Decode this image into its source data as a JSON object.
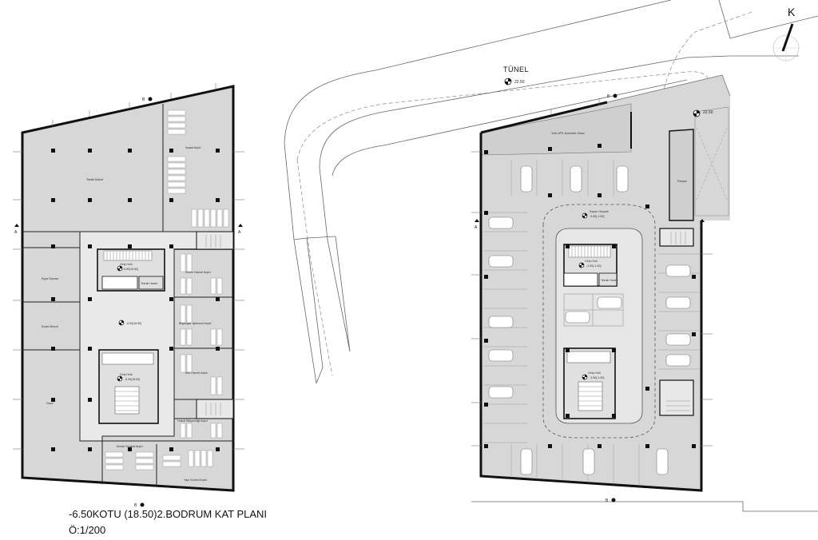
{
  "caption": {
    "title": "-6.50KOTU (18.50)2.BODRUM KAT PLANI",
    "scale": "Ö:1/200"
  },
  "tunnel": {
    "name": "TÜNEL",
    "level": "22.50"
  },
  "right_plan": {
    "top_level": "22.50",
    "service_room": "Yedi UPS Jeneratör Odası",
    "ramp": "Rampa",
    "slope": "Kayan Otopark",
    "slope_level": "-3.50[-1.50]",
    "core1_name": "Giriş Holü",
    "core1_level": "-3.50[-1.50]",
    "core1_room": "Teknik Hacim",
    "core2_name": "Giriş Holü",
    "core2_level": "-3.50[-1.50]"
  },
  "left_plan": {
    "room_tekstil": "Tekstil Mahal",
    "room_insaat": "İnşaat Arşivi",
    "room_esya1": "Eşya Deposu",
    "room_esya2": "Evrak Mescit",
    "room_depo": "Depo",
    "room_sinif1": "Zemin Hizmet Arşivi",
    "room_sinif2": "Bilgisayar İşletmesi Arşivi",
    "room_sinif3": "Alet Hizmet Arşivi",
    "room_hukuk": "Hukuk Müşavirliği Arşivi",
    "room_emlak": "Emlak Tahsilat Arşivi",
    "room_yapi": "Yapı Kontrol Arşivi",
    "core_top_name": "Giriş Holü",
    "core_top_level": "-6.50[18.50]",
    "core_top_room": "Teknik Hacim",
    "hall_level": "-6.50[18.50]",
    "core_bottom_name": "Giriş Holü",
    "core_bottom_level": "-6.50[18.50]"
  },
  "markers": {
    "section_a": "A",
    "section_b": "B",
    "north": "K"
  }
}
